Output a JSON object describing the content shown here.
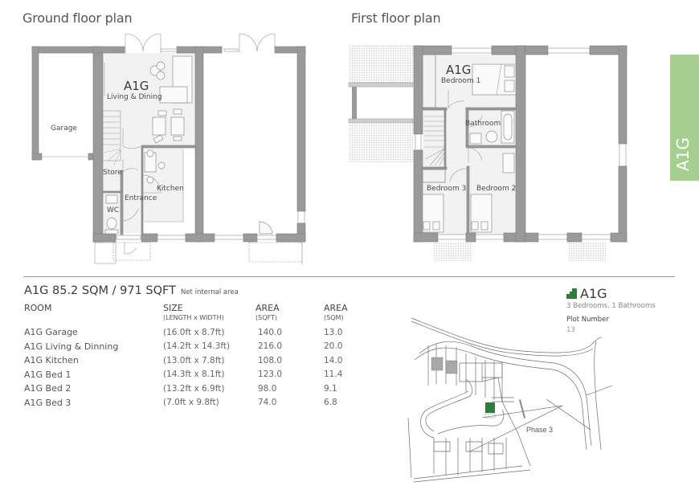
{
  "ground_floor": {
    "title": "Ground floor plan",
    "unit_label": "A1G",
    "rooms": [
      "Living & Dining",
      "Garage",
      "Store",
      "Kitchen",
      "Entrance",
      "WC"
    ]
  },
  "first_floor": {
    "title": "First floor plan",
    "unit_label": "A1G",
    "rooms": [
      "Bedroom 1",
      "Bathroom",
      "Bedroom 3",
      "Bedroom 2"
    ]
  },
  "side_tab": {
    "label": "A1G",
    "color": "#a6cf8f"
  },
  "area_summary": {
    "heading": "A1G  85.2 SQM / 971 SQFT",
    "note": "Net internal area"
  },
  "room_table": {
    "headers": [
      {
        "label": "ROOM",
        "sub": ""
      },
      {
        "label": "SIZE",
        "sub": "(LENGTH x WIDTH)"
      },
      {
        "label": "AREA",
        "sub": "(SQFT)"
      },
      {
        "label": "AREA",
        "sub": "(SQM)"
      }
    ],
    "rows": [
      {
        "room": "A1G Garage",
        "size": "(16.0ft x 8.7ft)",
        "sqft": "140.0",
        "sqm": "13.0"
      },
      {
        "room": "A1G Living & Dinning",
        "size": "(14.2ft x 14.3ft)",
        "sqft": "216.0",
        "sqm": "20.0"
      },
      {
        "room": "A1G Kitchen",
        "size": "(13.0ft x 7.8ft)",
        "sqft": "108.0",
        "sqm": "14.0"
      },
      {
        "room": "A1G Bed 1",
        "size": "(14.3ft x 8.1ft)",
        "sqft": "123.0",
        "sqm": "11.4"
      },
      {
        "room": "A1G Bed 2",
        "size": "(13.2ft x 6.9ft)",
        "sqft": "98.0",
        "sqm": "9.1"
      },
      {
        "room": "A1G Bed 3",
        "size": "(7.0ft x 9.8ft)",
        "sqft": "74.0",
        "sqm": "6.8"
      }
    ]
  },
  "unit_card": {
    "icon": "building-icon",
    "icon_color": "#2e7d3a",
    "name": "A1G",
    "description": "3 Bedrooms, 1 Bathrooms",
    "plot_label": "Plot Number",
    "plot_value": "13"
  },
  "site_map": {
    "phase_label": "Phase 3",
    "highlight_color": "#2e7d3a"
  }
}
